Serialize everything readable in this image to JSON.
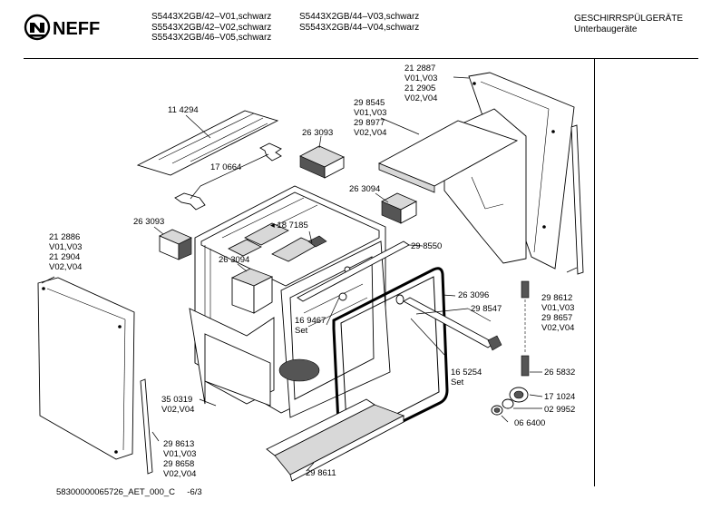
{
  "header": {
    "brand": "NEFF",
    "models_col1": [
      "S5443X2GB/42–V01,schwarz",
      "S5543X2GB/42–V02,schwarz",
      "S5543X2GB/46–V05,schwarz"
    ],
    "models_col2": [
      "S5443X2GB/44–V03,schwarz",
      "S5543X2GB/44–V04,schwarz"
    ],
    "category": "GESCHIRRSPÜLGERÄTE",
    "subcategory": "Unterbaugeräte"
  },
  "labels": {
    "p114294": [
      "11 4294"
    ],
    "p170664": [
      "17 0664"
    ],
    "p263093a": [
      "26 3093"
    ],
    "p263093b": [
      "26 3093"
    ],
    "p263094a": [
      "26 3094"
    ],
    "p263094b": [
      "26 3094"
    ],
    "p187185": [
      "◂ 18 7185"
    ],
    "p212887": [
      "21 2887",
      "V01,V03",
      "21 2905",
      "V02,V04"
    ],
    "p298545": [
      "29 8545",
      "V01,V03",
      "29 8977",
      "V02,V04"
    ],
    "p212886": [
      "21 2886",
      "V01,V03",
      "21 2904",
      "V02,V04"
    ],
    "p298550": [
      "29 8550"
    ],
    "p263096": [
      "26 3096"
    ],
    "p298547": [
      "29 8547"
    ],
    "p169467": [
      "16 9467",
      "Set"
    ],
    "p165254": [
      "16 5254",
      "Set"
    ],
    "p298612": [
      "29 8612",
      "V01,V03",
      "29 8657",
      "V02,V04"
    ],
    "p265832": [
      "26 5832"
    ],
    "p171024": [
      "17 1024"
    ],
    "p029952": [
      "02 9952"
    ],
    "p066400": [
      "06 6400"
    ],
    "p350319": [
      "35 0319",
      "V02,V04"
    ],
    "p298613": [
      "29 8613",
      "V01,V03",
      "29 8658",
      "V02,V04"
    ],
    "p298611": [
      "29 8611"
    ]
  },
  "footer": {
    "doc_id": "58300000065726_AET_000_C",
    "page": "-6/3"
  }
}
